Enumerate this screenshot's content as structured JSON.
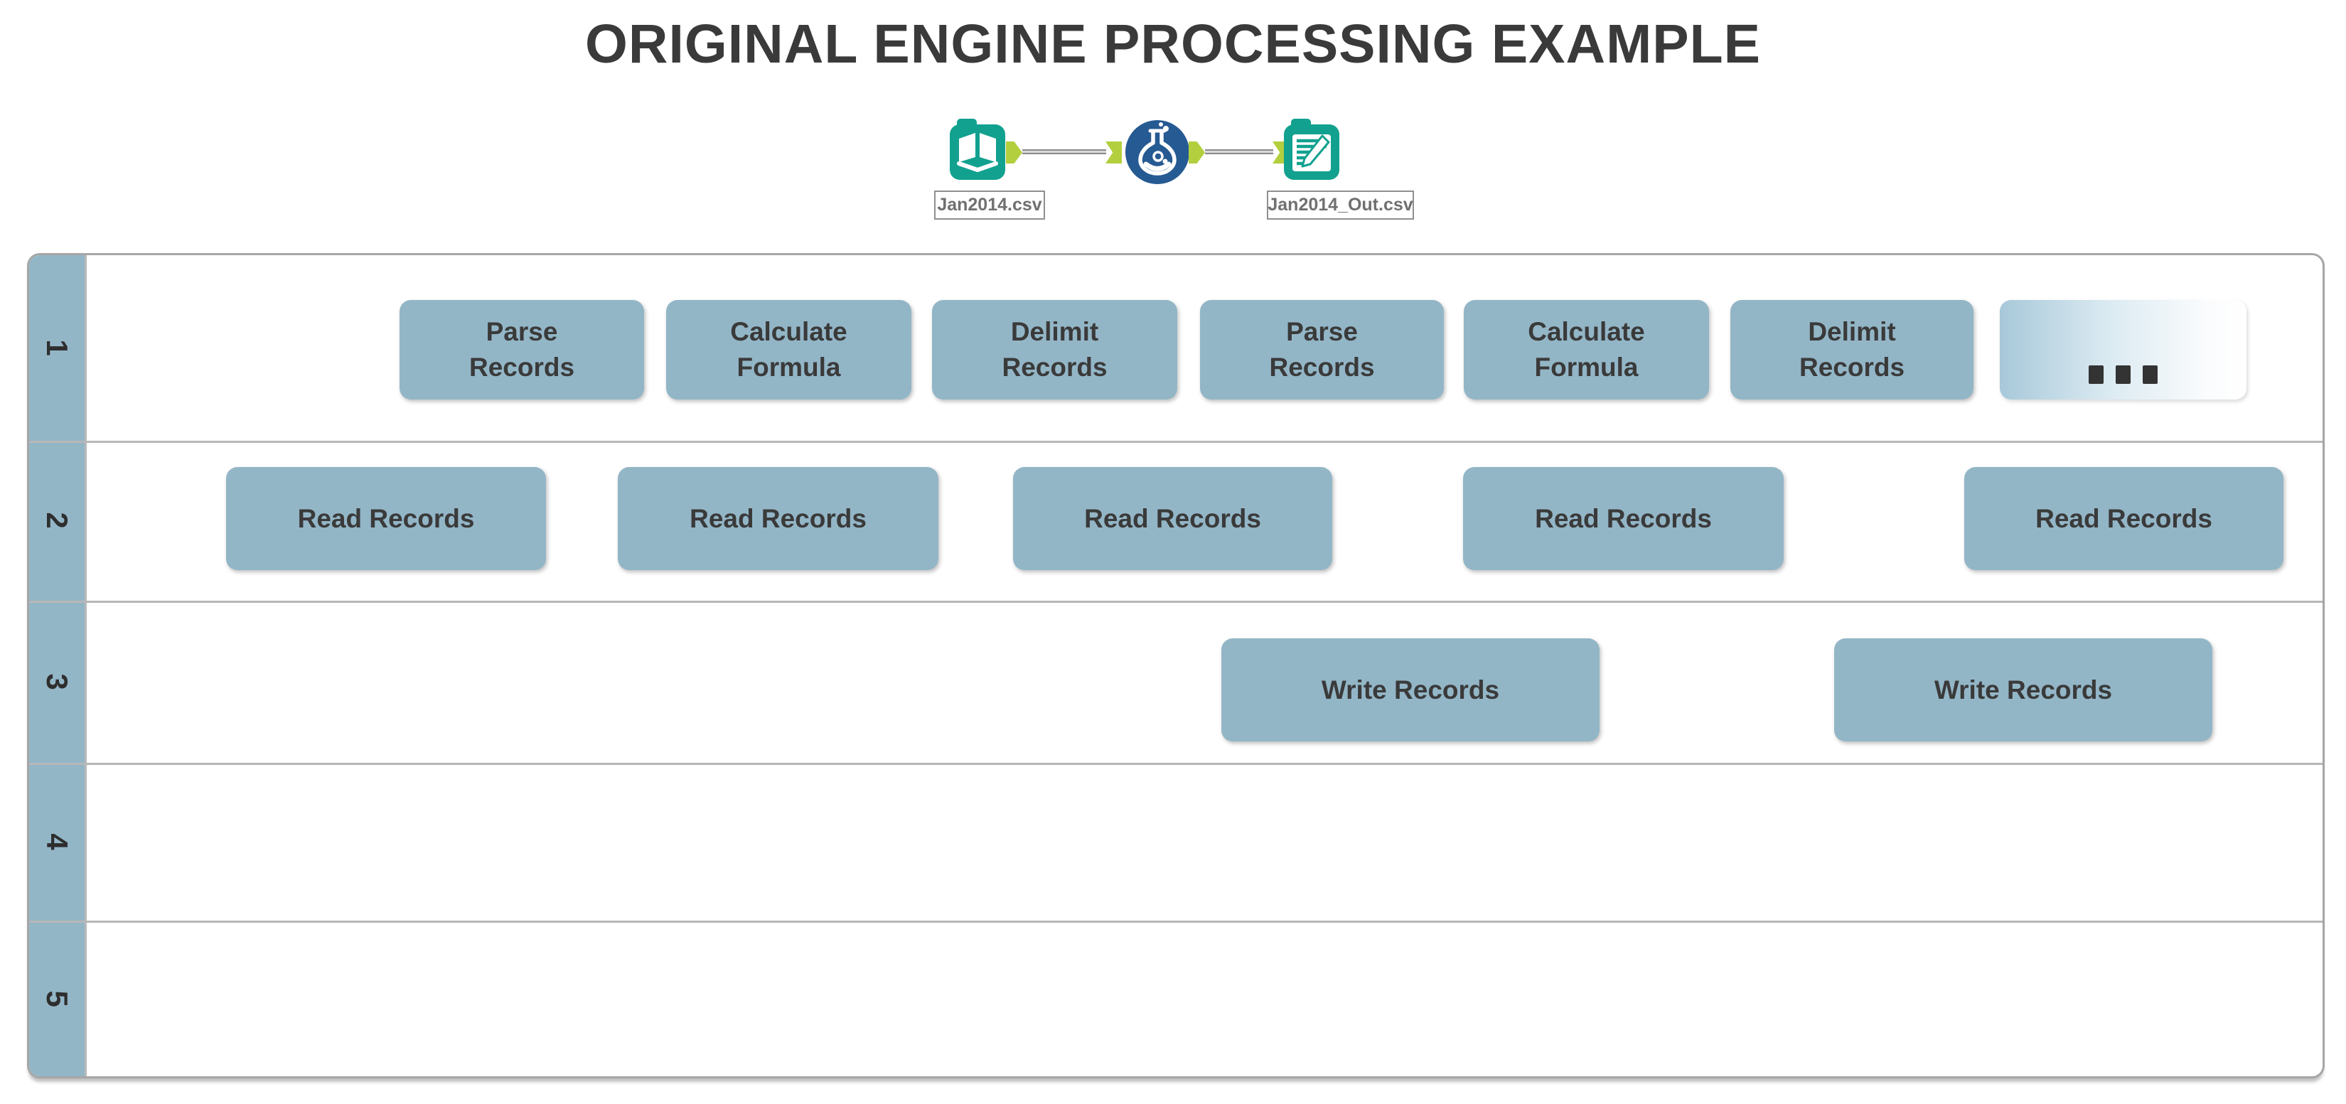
{
  "title": "ORIGINAL ENGINE PROCESSING EXAMPLE",
  "colors": {
    "box_blue_gray": "#93b6c7",
    "teal_tool": "#12a18f",
    "formula_blue": "#265a92",
    "anchor_lime": "#b3cf3e",
    "text_dark": "#3a3a3a",
    "label_gray": "#707070",
    "table_border_gray": "#a6a6a6"
  },
  "workflow": {
    "input_file_label": "Jan2014.csv",
    "output_file_label": "Jan2014_Out.csv",
    "tools": [
      {
        "icon": "input-data-icon"
      },
      {
        "icon": "formula-tool-icon"
      },
      {
        "icon": "output-data-icon"
      }
    ]
  },
  "lanes": {
    "rows": [
      {
        "number": "1",
        "boxes": [
          {
            "label": "Parse\nRecords"
          },
          {
            "label": "Calculate\nFormula"
          },
          {
            "label": "Delimit\nRecords"
          },
          {
            "label": "Parse\nRecords"
          },
          {
            "label": "Calculate\nFormula"
          },
          {
            "label": "Delimit\nRecords"
          },
          {
            "label": "...",
            "icon": "ellipsis-icon",
            "style": "gradient"
          }
        ]
      },
      {
        "number": "2",
        "boxes": [
          {
            "label": "Read Records"
          },
          {
            "label": "Read Records"
          },
          {
            "label": "Read Records"
          },
          {
            "label": "Read Records"
          },
          {
            "label": "Read Records"
          }
        ]
      },
      {
        "number": "3",
        "boxes": [
          {
            "label": "Write Records"
          },
          {
            "label": "Write Records"
          }
        ]
      },
      {
        "number": "4",
        "boxes": []
      },
      {
        "number": "5",
        "boxes": []
      }
    ]
  }
}
